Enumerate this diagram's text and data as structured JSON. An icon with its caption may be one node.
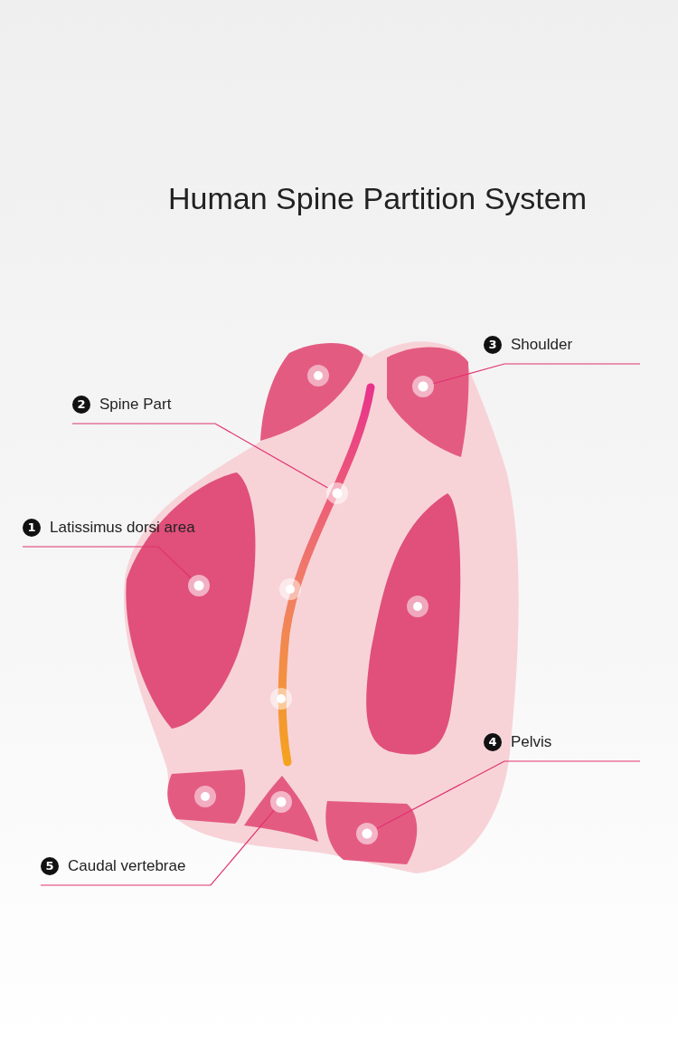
{
  "diagram": {
    "title": "Human Spine Partition System",
    "nodes": [
      {
        "text": [
          "3",
          "Shoulder"
        ]
      },
      {
        "text": [],
        "shape": "circle"
      },
      {
        "text": [
          "2",
          "Spine Part"
        ]
      },
      {
        "text": [],
        "shape": "circle"
      },
      {
        "text": [
          "1",
          "Latissimus dorsi area"
        ]
      },
      {
        "text": [],
        "shape": "circle"
      },
      {
        "text": [
          "4",
          "Pelvis"
        ]
      },
      {
        "text": [],
        "shape": "circle"
      },
      {
        "text": [
          "5",
          "Caudal vertebrae"
        ]
      },
      {
        "text": [],
        "shape": "circle"
      }
    ],
    "edges": [
      {
        "from": 0,
        "to": 1,
        "arrow": "none"
      },
      {
        "from": 2,
        "to": 3,
        "arrow": "none"
      },
      {
        "from": 4,
        "to": 5,
        "arrow": "none"
      },
      {
        "from": 6,
        "to": 7,
        "arrow": "none"
      },
      {
        "from": 8,
        "to": 9,
        "arrow": "none"
      }
    ]
  }
}
